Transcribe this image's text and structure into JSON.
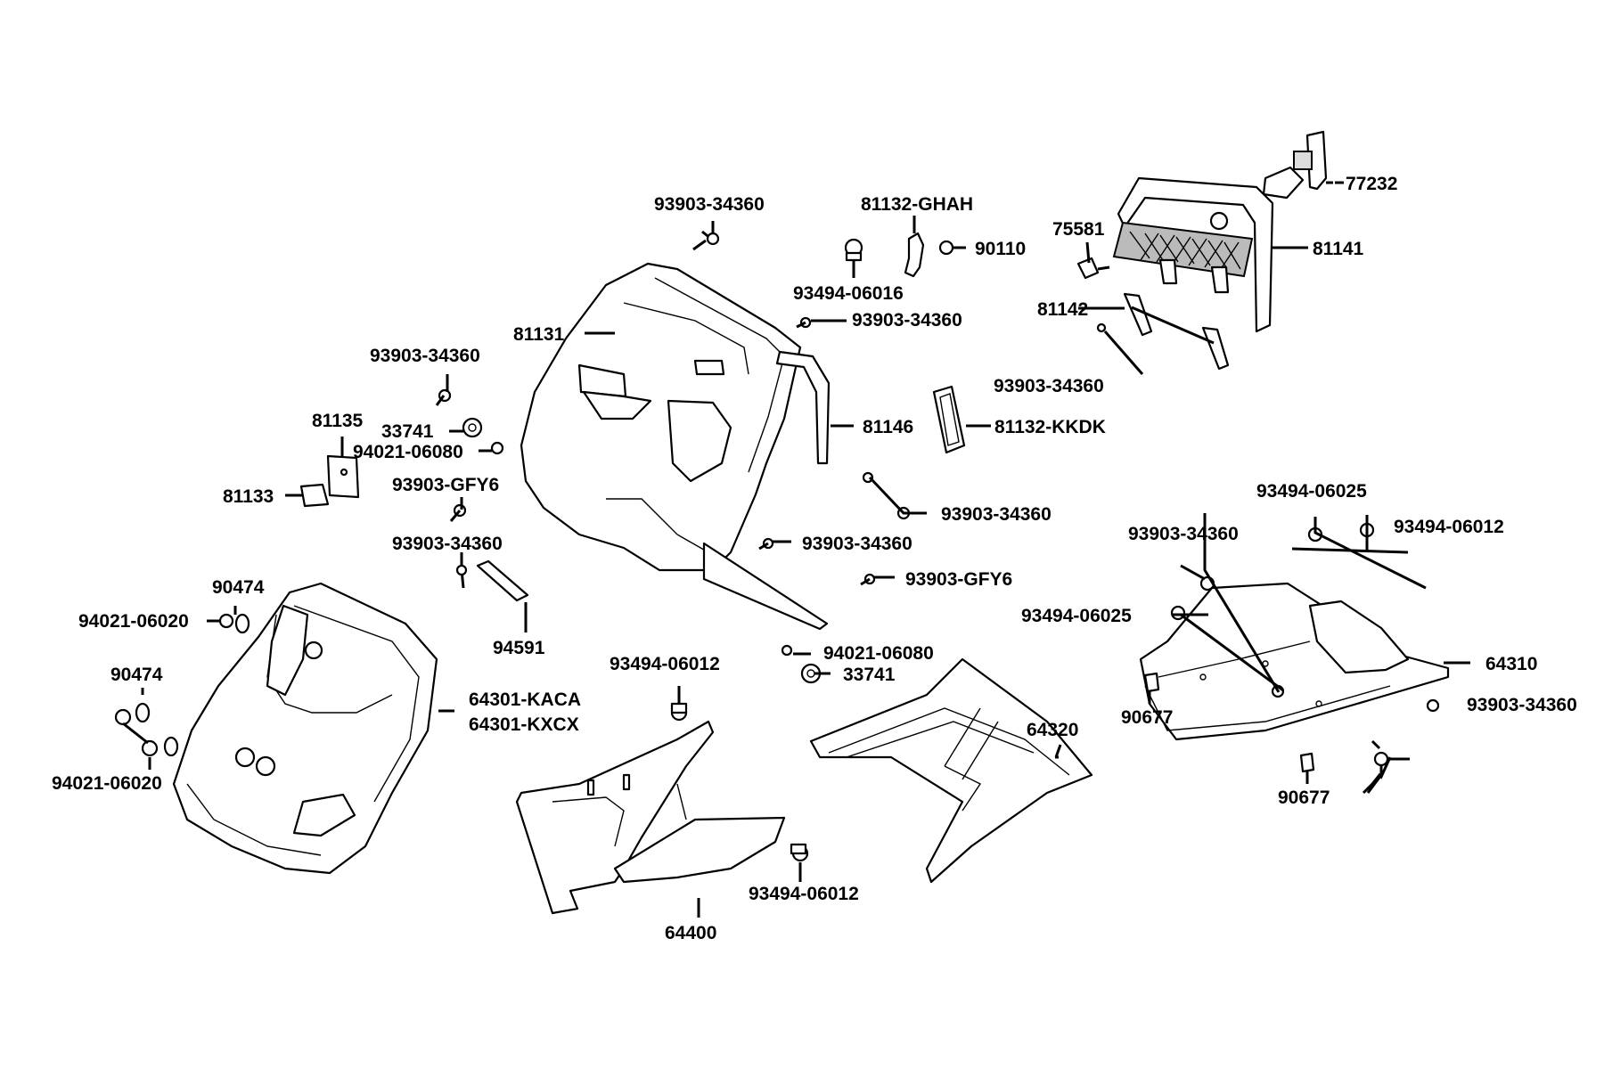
{
  "labels": {
    "p77232": "77232",
    "p81141": "81141",
    "p75581": "75581",
    "p81142": "81142",
    "p93903_top": "93903-34360",
    "p81132_ghah": "81132-GHAH",
    "p90110": "90110",
    "p93494_06016": "93494-06016",
    "p93903_mid1": "93903-34360",
    "p81131": "81131",
    "p93903_left": "93903-34360",
    "p93903_right1": "93903-34360",
    "p81135": "81135",
    "p33741_left": "33741",
    "p94021_06080_left": "94021-06080",
    "p81146": "81146",
    "p81132_kkdk": "81132-KKDK",
    "p81133": "81133",
    "p93903_gfy6_left": "93903-GFY6",
    "p93903_right2": "93903-34360",
    "p93903_center": "93903-34360",
    "p93903_leftlow": "93903-34360",
    "p93903_gfy6_right": "93903-GFY6",
    "p93494_06025_top": "93494-06025",
    "p93494_06012_right": "93494-06012",
    "p93903_br": "93903-34360",
    "p90474_a": "90474",
    "p94021_06020_a": "94021-06020",
    "p94591": "94591",
    "p93494_06025_left": "93494-06025",
    "p94021_06080_center": "94021-06080",
    "p33741_center": "33741",
    "p64310": "64310",
    "p93494_06012_center": "93494-06012",
    "p90474_b": "90474",
    "p64301_kaca": "64301-KACA",
    "p64301_kxcx": "64301-KXCX",
    "p90677_a": "90677",
    "p93903_brlow": "93903-34360",
    "p64320": "64320",
    "p94021_06020_b": "94021-06020",
    "p90677_b": "90677",
    "p93494_06012_low": "93494-06012",
    "p64400": "64400"
  }
}
